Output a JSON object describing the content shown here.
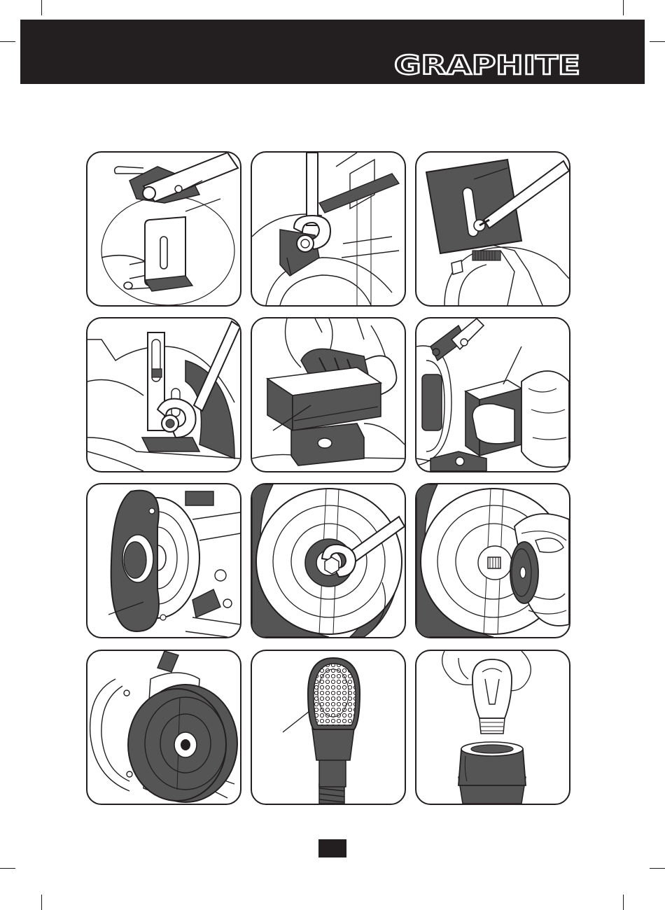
{
  "brand": {
    "name": "GRAPHITE",
    "colors": {
      "bar": "#231f20",
      "logo": "#ffffff",
      "ink": "#231f20",
      "fill_gray": "#555555",
      "paper": "#ffffff"
    }
  },
  "figures": [
    {
      "id": 1,
      "icon": "mount-eye-shield-icon"
    },
    {
      "id": 2,
      "icon": "wrench-tighten-bracket-icon"
    },
    {
      "id": 3,
      "icon": "screwdriver-eye-shield-icon"
    },
    {
      "id": 4,
      "icon": "wrench-adjust-rest-icon"
    },
    {
      "id": 5,
      "icon": "fit-tool-rest-icon"
    },
    {
      "id": 6,
      "icon": "tool-rest-on-grinder-icon"
    },
    {
      "id": 7,
      "icon": "remove-wheel-guard-icon"
    },
    {
      "id": 8,
      "icon": "wrench-wheel-nut-icon"
    },
    {
      "id": 9,
      "icon": "remove-wheel-flange-icon"
    },
    {
      "id": 10,
      "icon": "grinding-wheel-icon"
    },
    {
      "id": 11,
      "icon": "lamp-grill-icon"
    },
    {
      "id": 12,
      "icon": "replace-bulb-icon"
    }
  ],
  "page_number": ""
}
